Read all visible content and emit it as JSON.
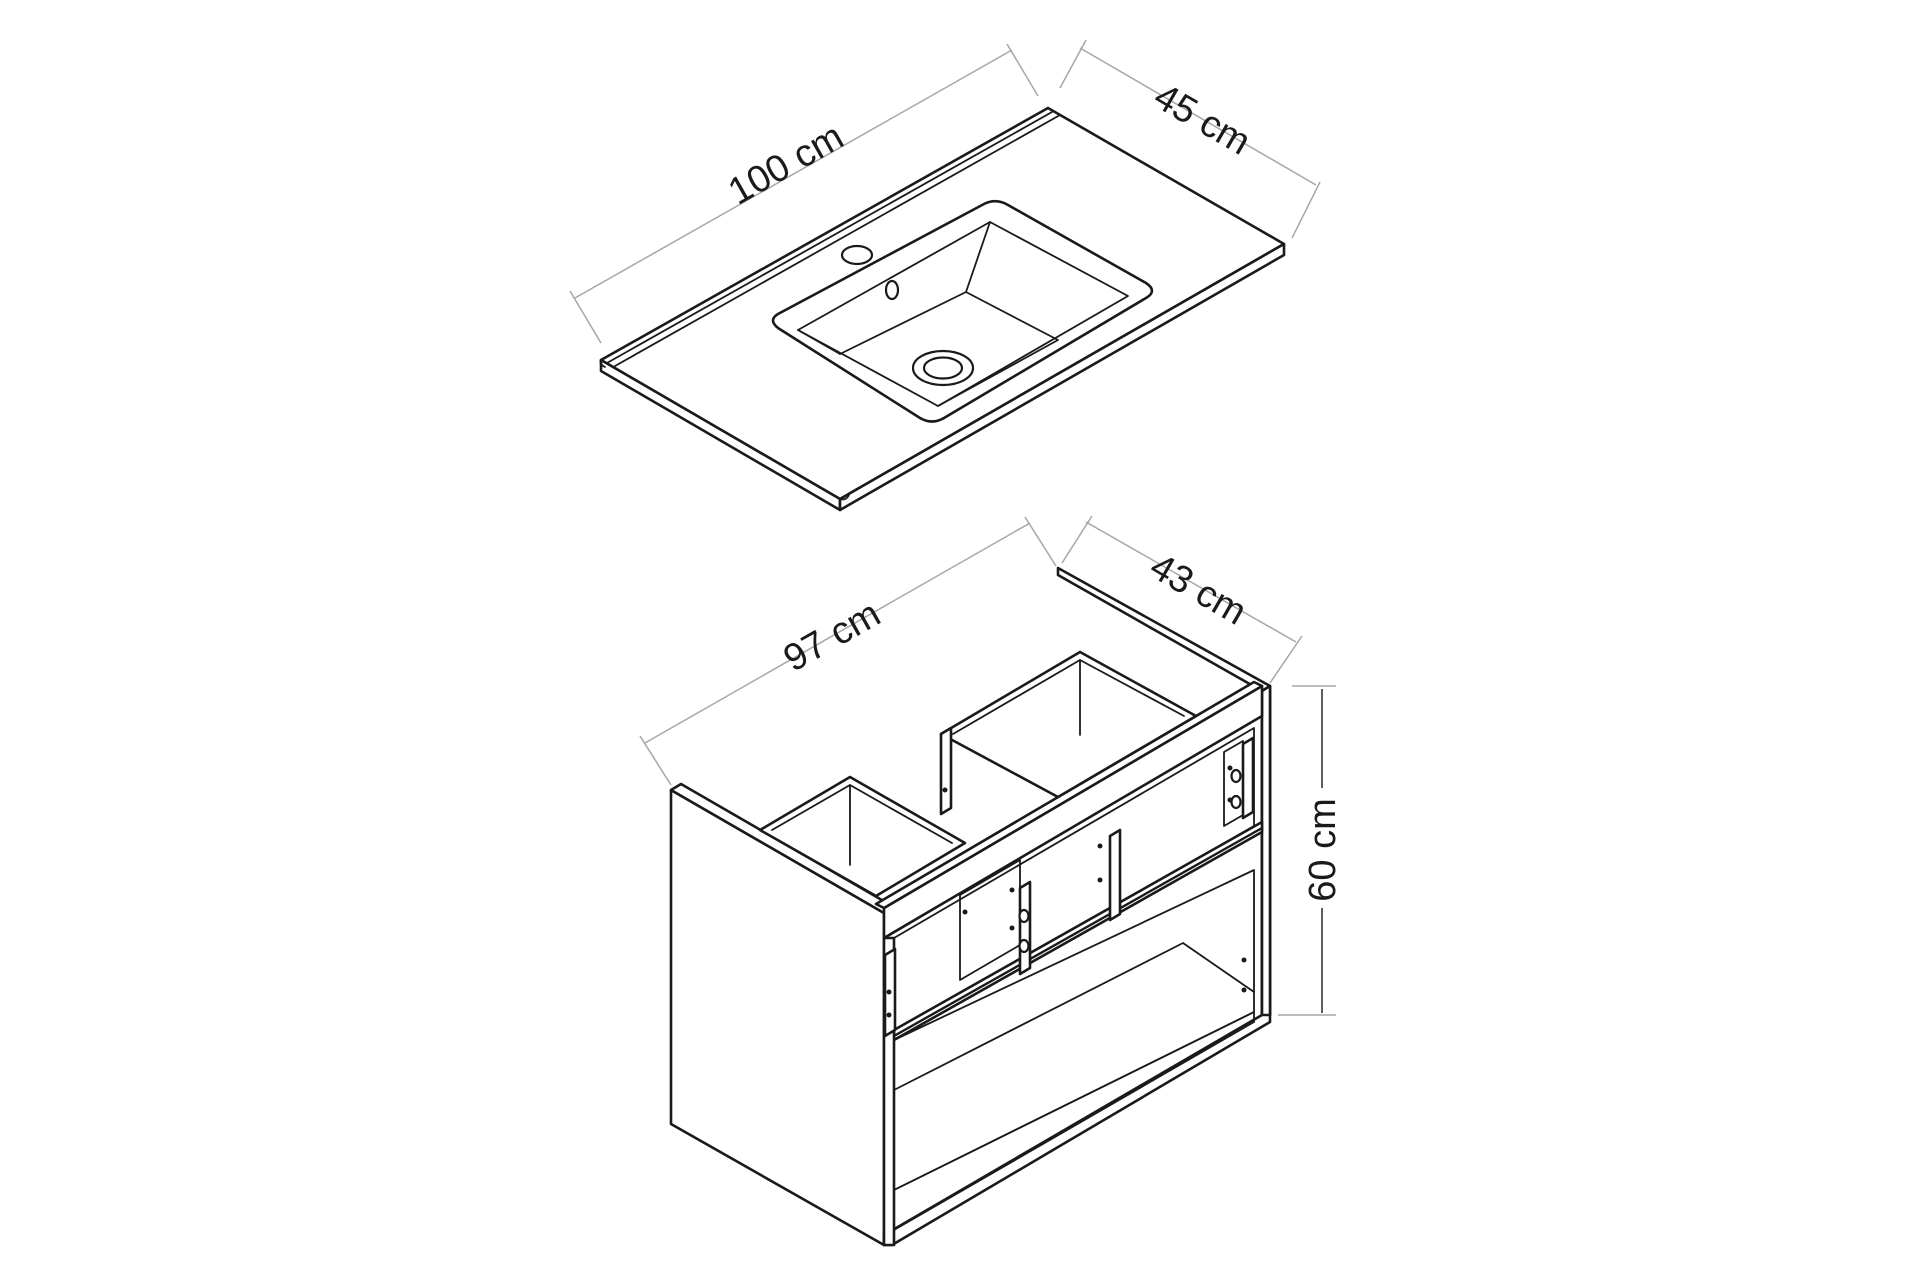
{
  "dimensions": {
    "basin_width": "100 cm",
    "basin_depth": "45 cm",
    "cabinet_width": "97 cm",
    "cabinet_depth": "43 cm",
    "cabinet_height": "60 cm"
  },
  "colors": {
    "line": "#1a1a1a",
    "dimension_line": "#a6a6a6",
    "background": "#ffffff"
  }
}
